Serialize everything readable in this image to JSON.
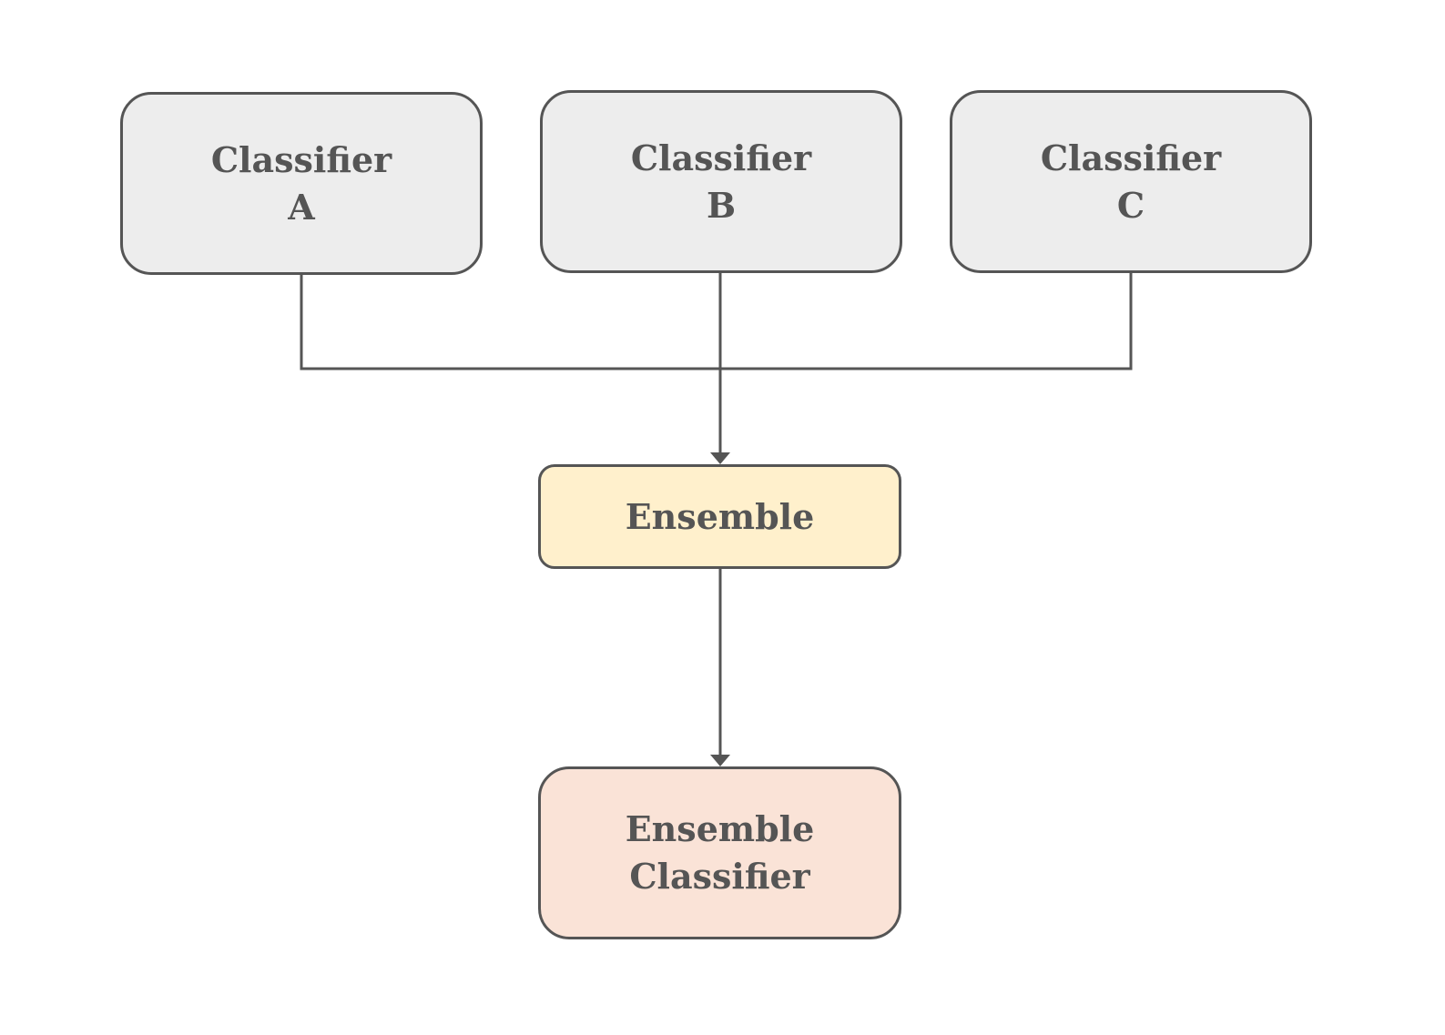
{
  "nodes": {
    "classifier_a": {
      "line1": "Classifier",
      "line2": "A",
      "fill": "#ededed"
    },
    "classifier_b": {
      "line1": "Classifier",
      "line2": "B",
      "fill": "#ededed"
    },
    "classifier_c": {
      "line1": "Classifier",
      "line2": "C",
      "fill": "#ededed"
    },
    "ensemble": {
      "label": "Ensemble",
      "fill": "#fff0cc"
    },
    "ensemble_classifier": {
      "line1": "Ensemble",
      "line2": "Classifier",
      "fill": "#fae3d7"
    }
  },
  "colors": {
    "stroke": "#555555",
    "text": "#555555",
    "background": "#ffffff"
  }
}
